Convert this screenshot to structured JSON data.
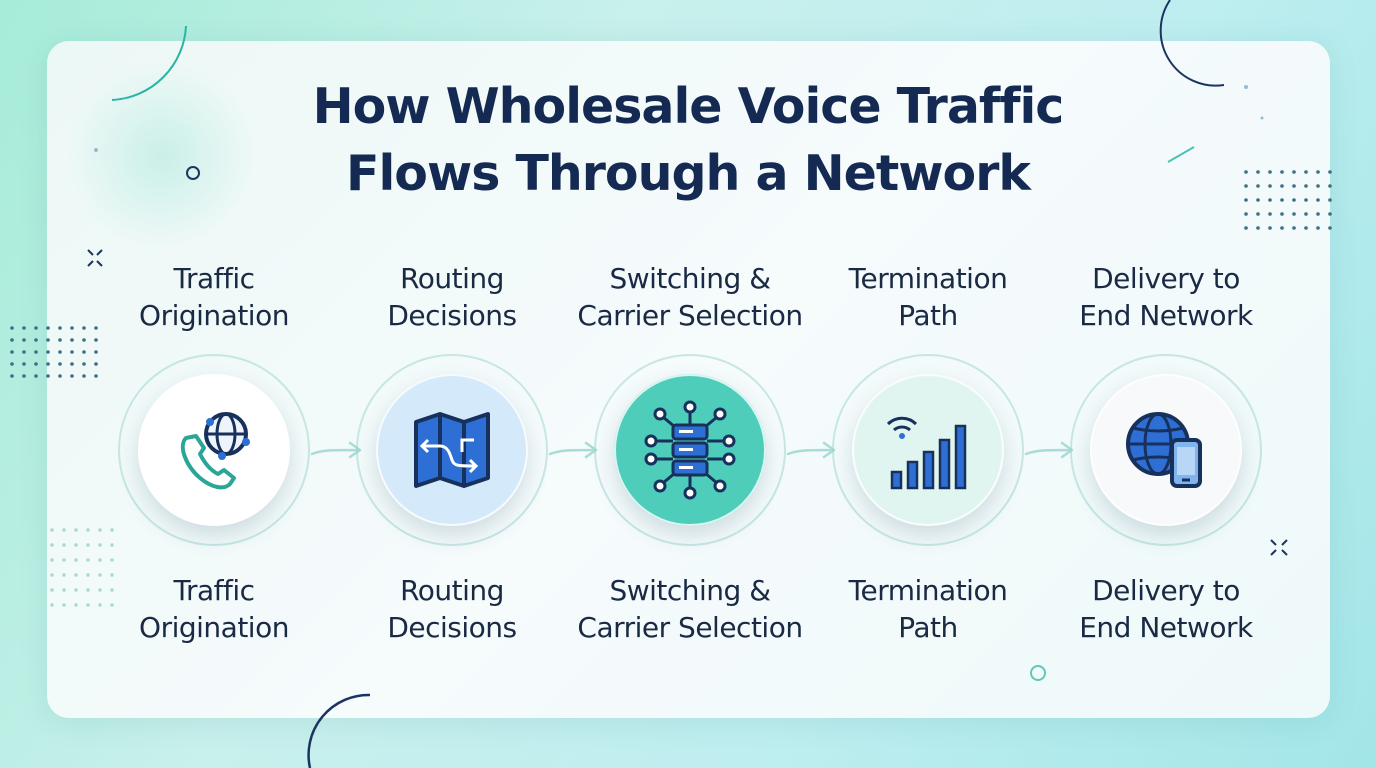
{
  "title": {
    "line1": "How Wholesale Voice Traffic",
    "line2": "Flows Through a Network"
  },
  "steps": [
    {
      "line1": "Traffic",
      "line2": "Origination",
      "icon": "phone-globe-icon",
      "fill": "#ffffff"
    },
    {
      "line1": "Routing",
      "line2": "Decisions",
      "icon": "route-map-icon",
      "fill": "#d4e9f9"
    },
    {
      "line1": "Switching &",
      "line2": "Carrier Selection",
      "icon": "network-switch-icon",
      "fill": "#4ecdbb"
    },
    {
      "line1": "Termination",
      "line2": "Path",
      "icon": "signal-bars-icon",
      "fill": "#e1f5f0"
    },
    {
      "line1": "Delivery to",
      "line2": "End Network",
      "icon": "globe-mobile-icon",
      "fill": "#f7f9fb"
    }
  ],
  "colors": {
    "title": "#142a52",
    "text": "#1a2a44",
    "icon_blue": "#2e6fd6",
    "icon_dark": "#17315c",
    "icon_teal": "#2aa597",
    "arrow": "#a9dcd6"
  }
}
